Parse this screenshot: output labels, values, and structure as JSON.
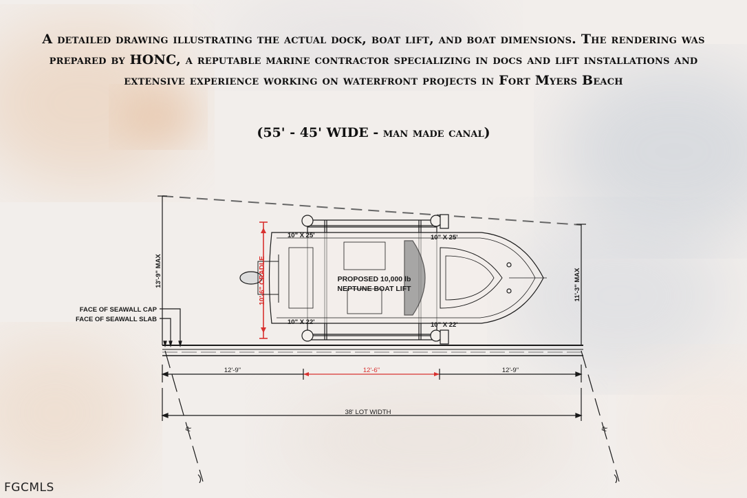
{
  "description": "A detailed drawing illustrating the actual dock, boat lift, and boat dimensions.  The rendering was prepared by HONC, a reputable marine contractor specializing in docs and lift installations and extensive experience working on waterfront projects in Fort Myers Beach",
  "canal_note": "(55' - 45' WIDE - man made canal)",
  "drawing": {
    "lift_label_line1": "PROPOSED 10,000 lb",
    "lift_label_line2": "NEPTUNE BOAT LIFT",
    "piling_top_left": "10\" X 25'",
    "piling_top_right": "10\" X 25'",
    "piling_bottom_left": "10\" X 22'",
    "piling_bottom_right": "10\" X 22'",
    "cradle": "10'-6\" CRADLE",
    "left_max": "13'-9\" MAX",
    "right_max": "11'-3\" MAX",
    "seawall_cap": "FACE OF SEAWALL CAP",
    "seawall_slab": "FACE OF SEAWALL SLAB",
    "dim_left": "12'-9\"",
    "dim_center": "12'-6\"",
    "dim_right": "12'-9\"",
    "lot_width": "38' LOT WIDTH",
    "property_line_left": "R",
    "property_line_right": "R"
  },
  "watermark": "FGCMLS",
  "colors": {
    "ink": "#1a1a1a",
    "accent": "#d8312f"
  }
}
